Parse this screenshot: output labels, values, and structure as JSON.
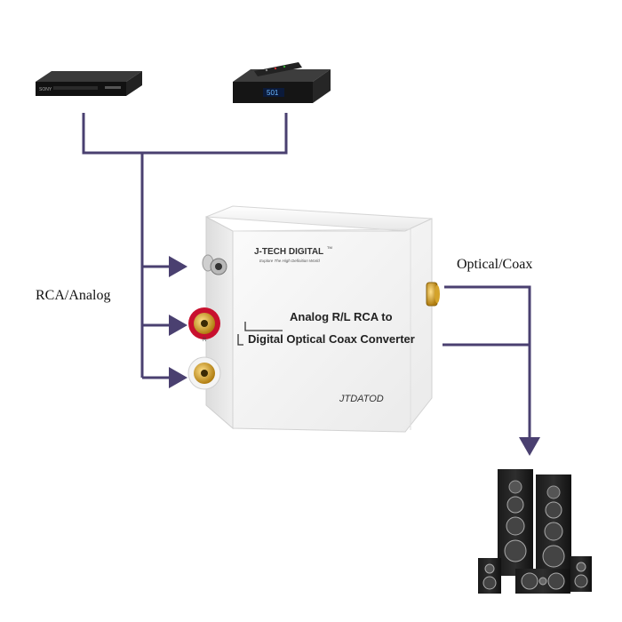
{
  "labels": {
    "rca_analog": "RCA/Analog",
    "optical_coax": "Optical/Coax"
  },
  "converter": {
    "brand": "J-TECH DIGITAL",
    "brand_tm": "TM",
    "tagline": "Explore The High Definition World",
    "title_line1": "Analog R/L RCA to",
    "title_line2": "Digital Optical Coax Converter",
    "model": "JTDATOD",
    "port_letter": "R"
  },
  "devices": {
    "player_brand": "SONY",
    "receiver_display": "501"
  },
  "colors": {
    "connector_line": "#4a4070",
    "converter_body": "#f3f3f3",
    "rca_red": "#c8102e",
    "rca_gold": "#d8a520"
  }
}
